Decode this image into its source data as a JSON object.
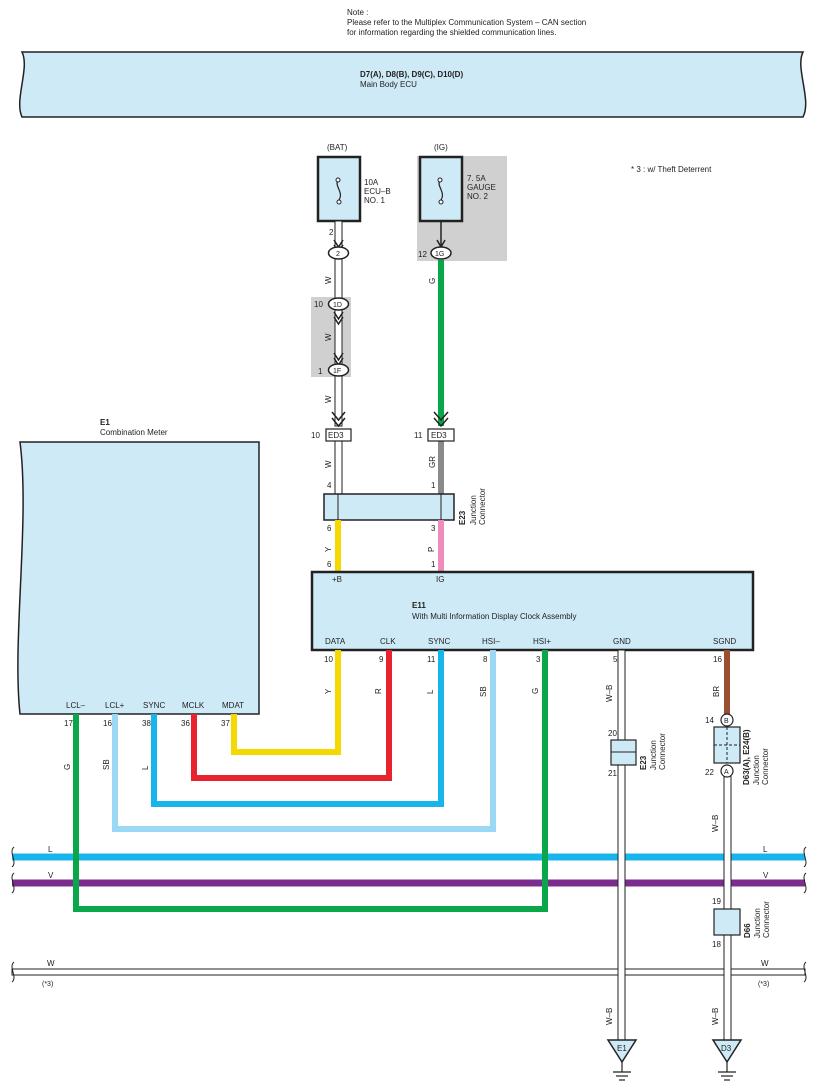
{
  "note": {
    "title": "Note :",
    "line1": "Please refer to the Multiplex Communication System – CAN section",
    "line2": "for information regarding the shielded communication lines."
  },
  "ecu": {
    "codes": "D7(A), D8(B), D9(C), D10(D)",
    "name": "Main Body ECU"
  },
  "footnote": "* 3 : w/ Theft Deterrent",
  "fuse_bat": {
    "source": "(BAT)",
    "l1": "10A",
    "l2": "ECU–B",
    "l3": "NO. 1",
    "pin": "2",
    "conn": "2"
  },
  "fuse_ig": {
    "source": "(IG)",
    "l1": "7. 5A",
    "l2": "GAUGE",
    "l3": "NO. 2",
    "pin": "12",
    "conn": "1G"
  },
  "bat_path": {
    "wire1": "W",
    "pin_1d": "10",
    "conn_1d": "1D",
    "pin_1f": "1",
    "conn_1f": "1F",
    "ed3_pin": "10",
    "ed3": "ED3",
    "wire2": "W",
    "e23_in": "4",
    "e23_out": "6",
    "wire3": "Y",
    "e11_pin": "6"
  },
  "ig_path": {
    "wire1": "G",
    "ed3_pin": "11",
    "ed3": "ED3",
    "wire2": "GR",
    "e23_in": "1",
    "e23_out": "3",
    "wire3": "P",
    "e11_pin": "1"
  },
  "e23_top": {
    "code": "E23",
    "line1": "Junction",
    "line2": "Connector"
  },
  "meter": {
    "code": "E1",
    "name": "Combination Meter",
    "terminals": [
      {
        "label": "LCL–",
        "pin": "17",
        "wire": "G"
      },
      {
        "label": "LCL+",
        "pin": "16",
        "wire": "SB"
      },
      {
        "label": "SYNC",
        "pin": "38",
        "wire": "L"
      },
      {
        "label": "MCLK",
        "pin": "36",
        "wire": ""
      },
      {
        "label": "MDAT",
        "pin": "37",
        "wire": ""
      }
    ]
  },
  "clock": {
    "code": "E11",
    "name": "With Multi Information Display Clock Assembly",
    "plus_b": "+B",
    "ig": "IG",
    "terminals": [
      {
        "label": "DATA",
        "pin": "10",
        "wire": "Y"
      },
      {
        "label": "CLK",
        "pin": "9",
        "wire": "R"
      },
      {
        "label": "SYNC",
        "pin": "11",
        "wire": "L"
      },
      {
        "label": "HSI–",
        "pin": "8",
        "wire": "SB"
      },
      {
        "label": "HSI+",
        "pin": "3",
        "wire": "G"
      },
      {
        "label": "GND",
        "pin": "5",
        "wire": "W–B"
      },
      {
        "label": "SGND",
        "pin": "16",
        "wire": "BR"
      }
    ]
  },
  "e23_bottom": {
    "code": "E23",
    "line1": "Junction",
    "line2": "Connector",
    "pin_in": "20",
    "pin_out": "21"
  },
  "d63": {
    "code": "D63(A), E24(B)",
    "line1": "Junction",
    "line2": "Connector",
    "pin_in": "14",
    "pin_out": "22",
    "side_in": "B",
    "side_out": "A",
    "wire": "W–B"
  },
  "d66": {
    "code": "D66",
    "line1": "Junction",
    "line2": "Connector",
    "pin_in": "19",
    "pin_out": "18"
  },
  "buses": [
    {
      "left": "L",
      "right": "L",
      "color": "#18b4ec",
      "note": ""
    },
    {
      "left": "V",
      "right": "V",
      "color": "#7b2d8e",
      "note": ""
    },
    {
      "left": "W",
      "right": "W",
      "color": "#ffffff",
      "note": "(*3)"
    }
  ],
  "grounds": [
    {
      "label": "E1",
      "wire": "W–B"
    },
    {
      "label": "D3",
      "wire": "W–B"
    }
  ],
  "colors": {
    "ecu_fill": "#cfeaf7",
    "yellow": "#f5d800",
    "red": "#e8222e",
    "blue": "#18b4ec",
    "light_blue": "#9ad8f4",
    "green": "#0aa64a",
    "brown": "#9a5030",
    "pink": "#f08cbc",
    "gray": "#8a8a8a",
    "purple": "#7b2d8e"
  }
}
